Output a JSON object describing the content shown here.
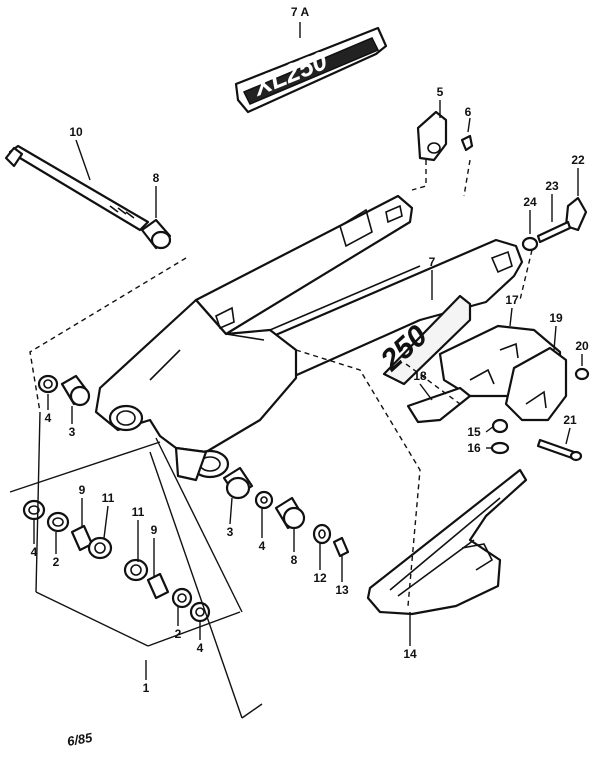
{
  "callouts": [
    {
      "id": "7A",
      "text": "7 A"
    },
    {
      "id": "5",
      "text": "5"
    },
    {
      "id": "6",
      "text": "6"
    },
    {
      "id": "10",
      "text": "10"
    },
    {
      "id": "8",
      "text": "8"
    },
    {
      "id": "22",
      "text": "22"
    },
    {
      "id": "23",
      "text": "23"
    },
    {
      "id": "24",
      "text": "24"
    },
    {
      "id": "7",
      "text": "7"
    },
    {
      "id": "17",
      "text": "17"
    },
    {
      "id": "19",
      "text": "19"
    },
    {
      "id": "20",
      "text": "20"
    },
    {
      "id": "18",
      "text": "18"
    },
    {
      "id": "15",
      "text": "15"
    },
    {
      "id": "16",
      "text": "16"
    },
    {
      "id": "21",
      "text": "21"
    },
    {
      "id": "4a",
      "text": "4"
    },
    {
      "id": "3a",
      "text": "3"
    },
    {
      "id": "4b",
      "text": "4"
    },
    {
      "id": "2a",
      "text": "2"
    },
    {
      "id": "9a",
      "text": "9"
    },
    {
      "id": "11a",
      "text": "11"
    },
    {
      "id": "11b",
      "text": "11"
    },
    {
      "id": "9b",
      "text": "9"
    },
    {
      "id": "2b",
      "text": "2"
    },
    {
      "id": "4c",
      "text": "4"
    },
    {
      "id": "3b",
      "text": "3"
    },
    {
      "id": "4d",
      "text": "4"
    },
    {
      "id": "8b",
      "text": "8"
    },
    {
      "id": "12",
      "text": "12"
    },
    {
      "id": "13",
      "text": "13"
    },
    {
      "id": "14",
      "text": "14"
    },
    {
      "id": "1",
      "text": "1"
    }
  ],
  "emblem": "XL250",
  "swingarm_decal": "250",
  "corner_mark": "6/85"
}
